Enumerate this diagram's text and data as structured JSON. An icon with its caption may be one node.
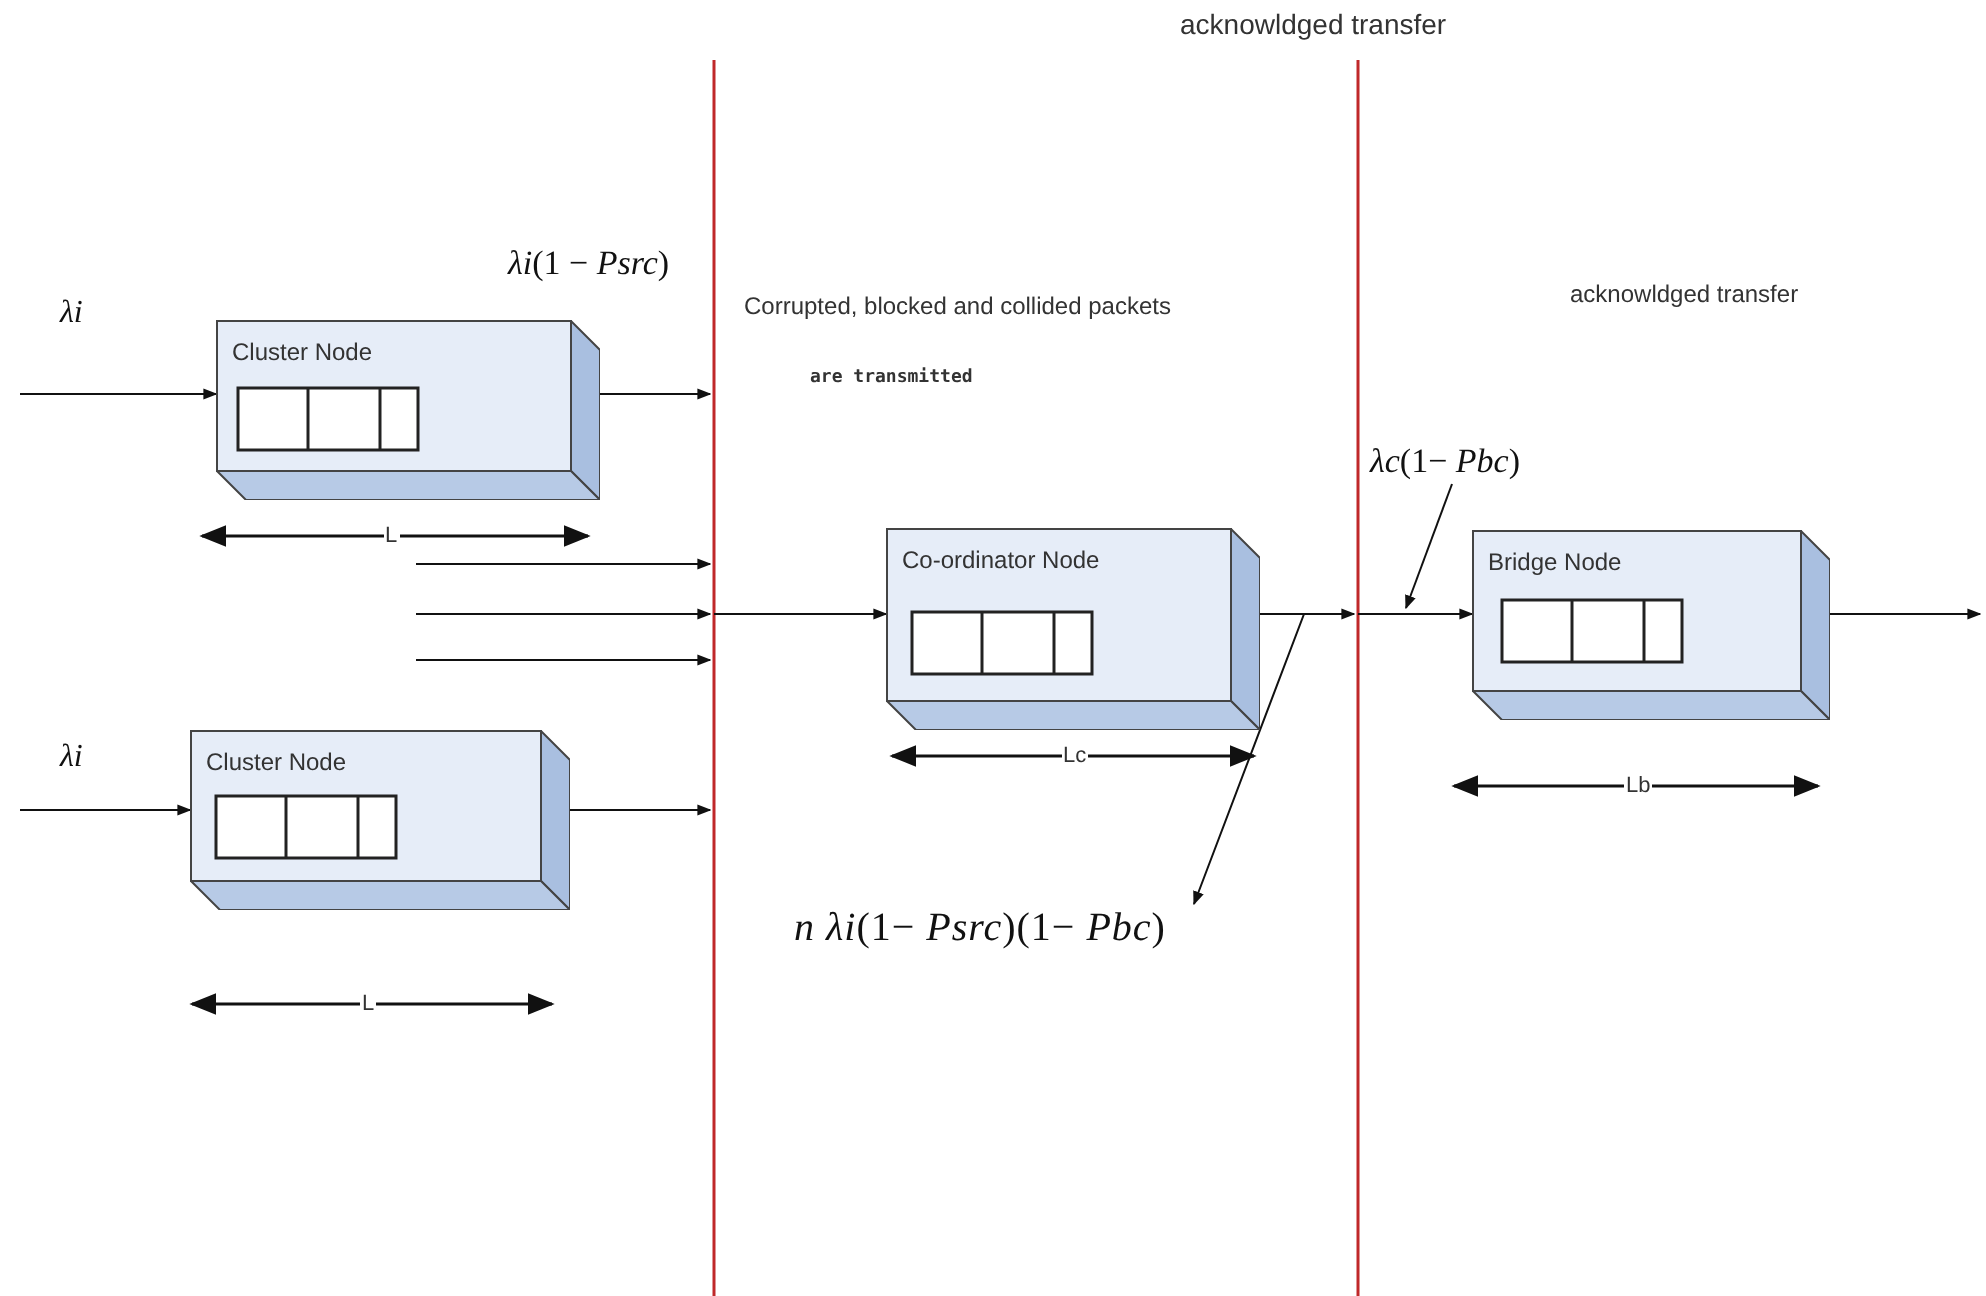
{
  "diagram": {
    "nodes": [
      {
        "text": [
          "Cluster Node"
        ]
      },
      {
        "text": [
          "Cluster Node"
        ]
      },
      {
        "text": [
          "Co-ordinator Node"
        ]
      },
      {
        "text": [
          "Bridge Node"
        ]
      },
      {
        "text": [
          "*λc*(1− *Pbc*)"
        ]
      },
      {
        "text": [
          "*n λi*(1− *Psrc*)(1− *Pbc*)"
        ]
      }
    ],
    "edges": [
      {
        "from": null,
        "to": 0,
        "arrow": "to",
        "label": "*λi*"
      },
      {
        "from": 0,
        "to": null,
        "arrow": "to",
        "label": "*λi*(1 − *Psrc*)"
      },
      {
        "from": null,
        "to": 1,
        "arrow": "to",
        "label": "*λi*"
      },
      {
        "from": 1,
        "to": null,
        "arrow": "to"
      },
      {
        "from": null,
        "to": 2,
        "arrow": "to"
      },
      {
        "from": 2,
        "to": null,
        "arrow": "to"
      },
      {
        "from": 2,
        "to": 5,
        "arrow": "to"
      },
      {
        "from": null,
        "to": 3,
        "arrow": "to"
      },
      {
        "from": 3,
        "to": null,
        "arrow": "to"
      },
      {
        "from": 4,
        "to": null,
        "arrow": "to"
      }
    ],
    "labels": [
      "acknowldged transfer",
      "Corrupted, blocked and collided packets",
      "are transmitted",
      "acknowldged transfer",
      "L",
      "L",
      "Lc",
      "Lb"
    ]
  }
}
